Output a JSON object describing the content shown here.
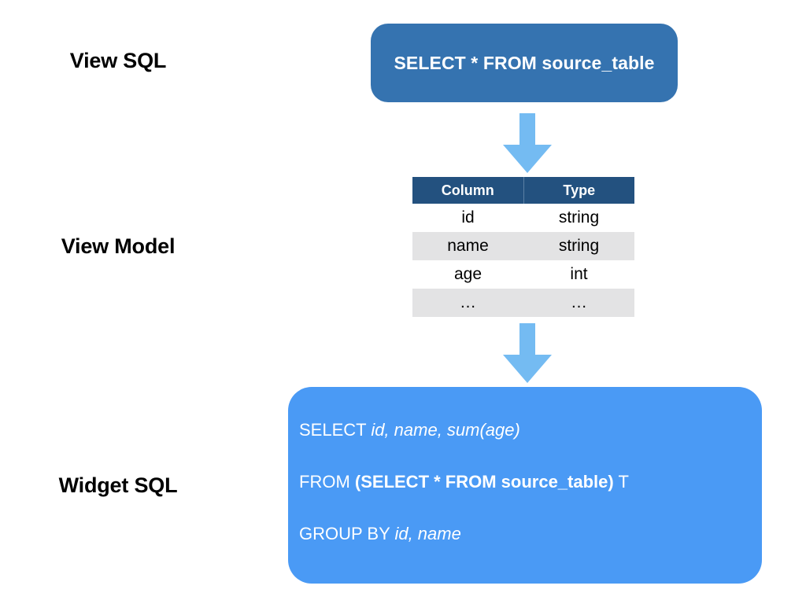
{
  "labels": {
    "view_sql": "View SQL",
    "view_model": "View Model",
    "widget_sql": "Widget SQL"
  },
  "view_sql_box": {
    "query": "SELECT * FROM source_table",
    "background_color": "#3573b0",
    "text_color": "#ffffff"
  },
  "arrows": {
    "color": "#74bbf2",
    "direction": "down",
    "icon": "arrow-down-icon"
  },
  "view_model_table": {
    "headers": [
      "Column",
      "Type"
    ],
    "header_background": "#23517f",
    "stripe_color": "#e3e3e4",
    "rows": [
      {
        "column": "id",
        "type": "string"
      },
      {
        "column": "name",
        "type": "string"
      },
      {
        "column": "age",
        "type": "int"
      },
      {
        "column": "…",
        "type": "…"
      }
    ]
  },
  "widget_sql_box": {
    "background_color": "#4a9af5",
    "text_color": "#ffffff",
    "lines": [
      {
        "parts": [
          {
            "text": "SELECT ",
            "style": "normal"
          },
          {
            "text": "id, name, sum(age)",
            "style": "italic"
          }
        ]
      },
      {
        "parts": [
          {
            "text": "FROM ",
            "style": "normal"
          },
          {
            "text": "(SELECT * FROM source_table)",
            "style": "bold"
          },
          {
            "text": " T",
            "style": "normal"
          }
        ]
      },
      {
        "parts": [
          {
            "text": "GROUP BY ",
            "style": "normal"
          },
          {
            "text": "id, name",
            "style": "italic"
          }
        ]
      }
    ]
  }
}
